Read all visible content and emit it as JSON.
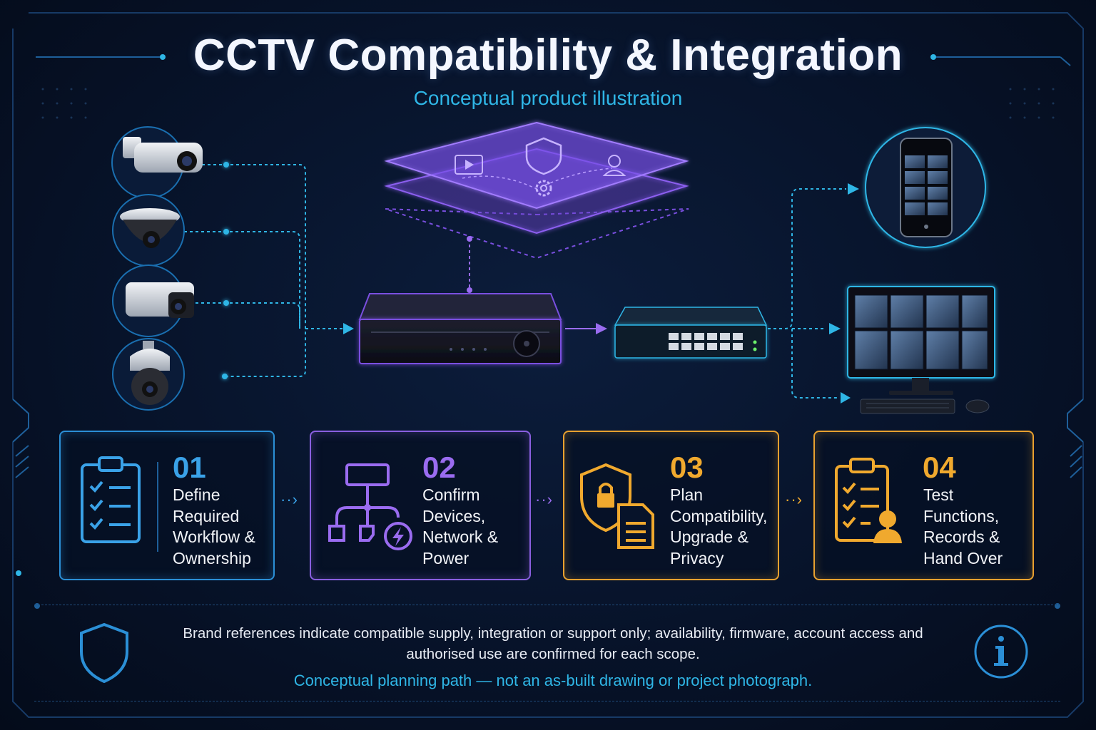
{
  "header": {
    "title": "CCTV Compatibility & Integration",
    "subtitle": "Conceptual product illustration"
  },
  "steps": [
    {
      "number": "01",
      "lines": [
        "Define",
        "Required",
        "Workflow &",
        "Ownership"
      ],
      "icon": "clipboard-checklist-icon",
      "color": "#3aa2e8"
    },
    {
      "number": "02",
      "lines": [
        "Confirm",
        "Devices,",
        "Network &",
        "Power"
      ],
      "icon": "network-power-icon",
      "color": "#9a6cf0"
    },
    {
      "number": "03",
      "lines": [
        "Plan",
        "Compatibility,",
        "Upgrade &",
        "Privacy"
      ],
      "icon": "shield-lock-document-icon",
      "color": "#f0a92e"
    },
    {
      "number": "04",
      "lines": [
        "Test",
        "Functions,",
        "Records &",
        "Hand Over"
      ],
      "icon": "clipboard-user-icon",
      "color": "#f0a92e"
    }
  ],
  "footer": {
    "note_line1": "Brand references indicate compatible supply, integration or support only; availability, firmware, account access and",
    "note_line2": "authorised use are confirmed for each scope.",
    "disclaimer": "Conceptual planning path — not an as-built drawing or project photograph."
  },
  "colors": {
    "accent_cyan": "#2fb6e6",
    "accent_blue": "#2b8fd6",
    "accent_purple": "#8a5fe0",
    "accent_orange": "#e9a12f",
    "background": "#07132a"
  }
}
